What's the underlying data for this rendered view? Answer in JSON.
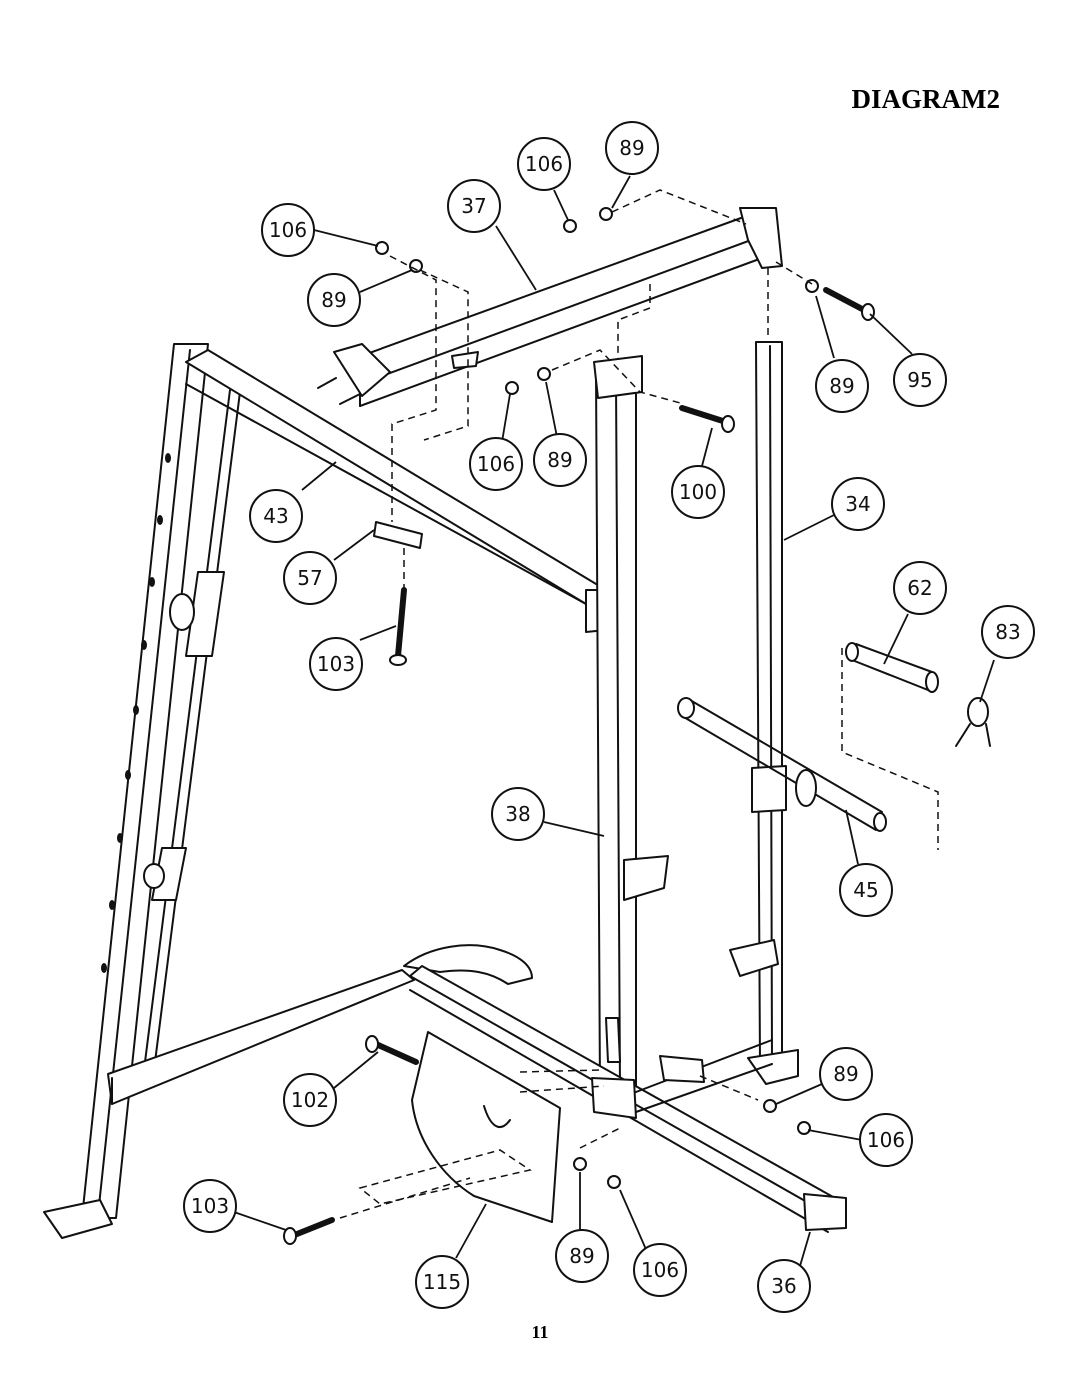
{
  "page": {
    "title": "DIAGRAM2",
    "page_number": "11"
  },
  "callouts": [
    {
      "label": "106"
    },
    {
      "label": "89"
    },
    {
      "label": "37"
    },
    {
      "label": "106"
    },
    {
      "label": "89"
    },
    {
      "label": "89"
    },
    {
      "label": "95"
    },
    {
      "label": "106"
    },
    {
      "label": "89"
    },
    {
      "label": "100"
    },
    {
      "label": "34"
    },
    {
      "label": "43"
    },
    {
      "label": "57"
    },
    {
      "label": "103"
    },
    {
      "label": "62"
    },
    {
      "label": "83"
    },
    {
      "label": "38"
    },
    {
      "label": "45"
    },
    {
      "label": "102"
    },
    {
      "label": "89"
    },
    {
      "label": "106"
    },
    {
      "label": "103"
    },
    {
      "label": "115"
    },
    {
      "label": "89"
    },
    {
      "label": "106"
    },
    {
      "label": "36"
    }
  ]
}
